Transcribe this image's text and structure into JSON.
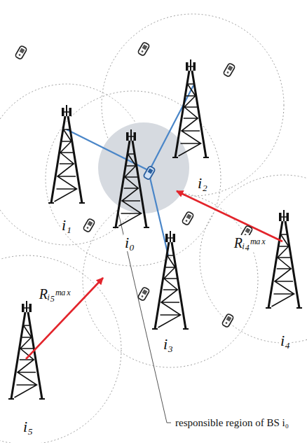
{
  "diagram": {
    "labels": [
      "i₂",
      "i₁",
      "i₀",
      "Rᵢ₄ᵐᵃˣ",
      "Rᵢ₅ᵐᵃˣ",
      "i₃",
      "i₄",
      "i₅",
      "responsible region of BS i₀"
    ]
  }
}
